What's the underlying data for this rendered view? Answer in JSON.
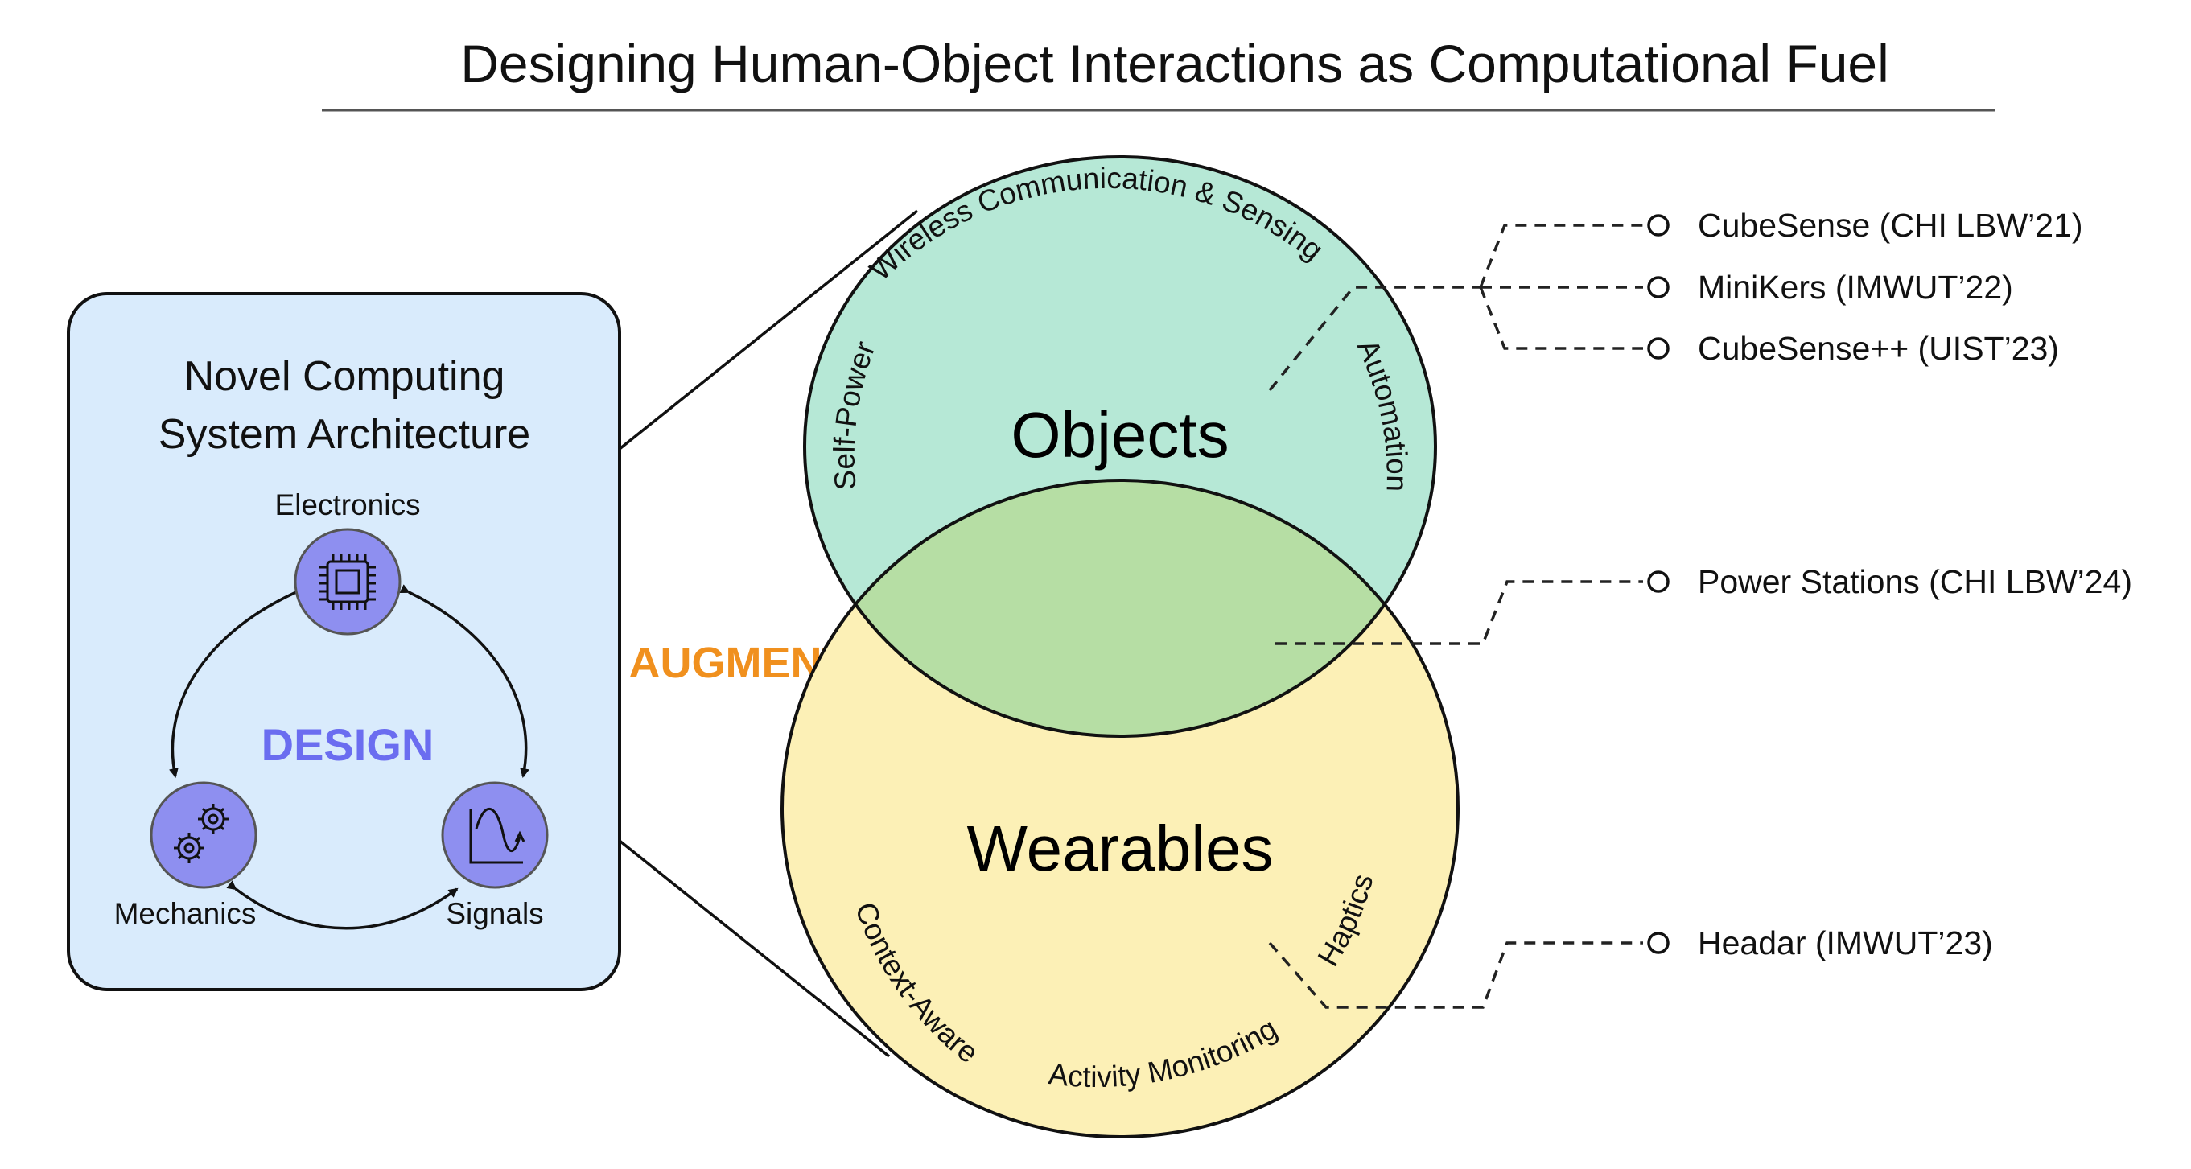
{
  "title": "Designing Human-Object Interactions as Computational Fuel",
  "architecture_box": {
    "title_line1": "Novel Computing",
    "title_line2": "System Architecture",
    "center_label": "DESIGN",
    "nodes": {
      "electronics": {
        "label": "Electronics",
        "icon": "chip-icon"
      },
      "mechanics": {
        "label": "Mechanics",
        "icon": "gears-icon"
      },
      "signals": {
        "label": "Signals",
        "icon": "signal-wave-icon"
      }
    },
    "node_color": "#8e8ff0",
    "box_color": "#d9ebfc"
  },
  "augment_label": "AUGMENT",
  "venn": {
    "objects": {
      "label": "Objects",
      "color": "#b6e8d6",
      "arc_labels": {
        "top": "Wireless Communication & Sensing",
        "left": "Self-Power",
        "right": "Automation"
      }
    },
    "wearables": {
      "label": "Wearables",
      "color": "#fcf0b6",
      "arc_labels": {
        "left": "Context-Aware",
        "bottom": "Activity Monitoring",
        "right": "Haptics"
      }
    },
    "overlap_color": "#b6dea4"
  },
  "publications": {
    "objects": [
      "CubeSense (CHI LBW’21)",
      "MiniKers (IMWUT’22)",
      "CubeSense++ (UIST’23)"
    ],
    "overlap": [
      "Power Stations (CHI LBW’24)"
    ],
    "wearables": [
      "Headar (IMWUT’23)"
    ]
  }
}
